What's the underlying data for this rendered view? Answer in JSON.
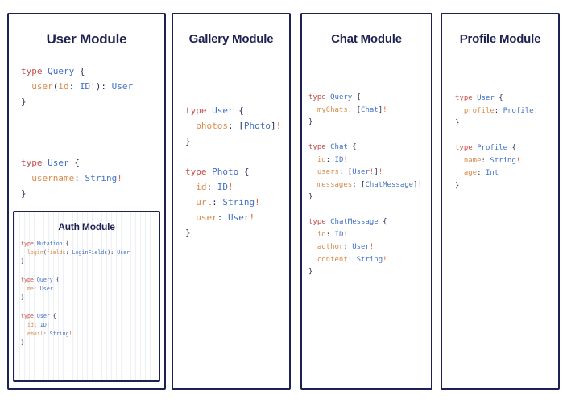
{
  "theme": {
    "border_color": "#1d2252",
    "title_color": "#1d2252",
    "background": "#ffffff",
    "syntax": {
      "keyword": "#c0504d",
      "type_name": "#3f6fc4",
      "field_name": "#d98b4a",
      "scalar_type": "#4472c4",
      "punctuation": "#2b2f55",
      "bang": "#e05c3e"
    }
  },
  "panels": [
    {
      "id": "user",
      "title": "User Module",
      "schema_text": "type Query {\n  user(id: ID!): User\n}\n\n\ntype User {\n  username: String!\n}",
      "types": [
        {
          "keyword": "type",
          "name": "Query",
          "fields": [
            {
              "name": "user",
              "args": "(id: ID!)",
              "type": "User",
              "required": false
            }
          ]
        },
        {
          "keyword": "type",
          "name": "User",
          "fields": [
            {
              "name": "username",
              "args": "",
              "type": "String",
              "required": true
            }
          ]
        }
      ],
      "nested_panel": {
        "id": "auth",
        "title": "Auth Module",
        "schema_text": "type Mutation {\n  login(fields: LoginFields): User\n}\n\ntype Query {\n  me: User\n}\n\ntype User {\n  id: ID!\n  email: String!\n}",
        "types": [
          {
            "keyword": "type",
            "name": "Mutation",
            "fields": [
              {
                "name": "login",
                "args": "(fields: LoginFields)",
                "type": "User",
                "required": false
              }
            ]
          },
          {
            "keyword": "type",
            "name": "Query",
            "fields": [
              {
                "name": "me",
                "args": "",
                "type": "User",
                "required": false
              }
            ]
          },
          {
            "keyword": "type",
            "name": "User",
            "fields": [
              {
                "name": "id",
                "args": "",
                "type": "ID",
                "required": true
              },
              {
                "name": "email",
                "args": "",
                "type": "String",
                "required": true
              }
            ]
          }
        ]
      }
    },
    {
      "id": "gallery",
      "title": "Gallery Module",
      "schema_text": "type User {\n  photos: [Photo]!\n}\n\ntype Photo {\n  id: ID!\n  url: String!\n  user: User!\n}",
      "types": [
        {
          "keyword": "type",
          "name": "User",
          "fields": [
            {
              "name": "photos",
              "args": "",
              "type": "[Photo]",
              "required": true
            }
          ]
        },
        {
          "keyword": "type",
          "name": "Photo",
          "fields": [
            {
              "name": "id",
              "args": "",
              "type": "ID",
              "required": true
            },
            {
              "name": "url",
              "args": "",
              "type": "String",
              "required": true
            },
            {
              "name": "user",
              "args": "",
              "type": "User",
              "required": true
            }
          ]
        }
      ]
    },
    {
      "id": "chat",
      "title": "Chat Module",
      "schema_text": "type Query {\n  myChats: [Chat]!\n}\n\ntype Chat {\n  id: ID!\n  users: [User!]!\n  messages: [ChatMessage]!\n}\n\ntype ChatMessage {\n  id: ID!\n  author: User!\n  content: String!\n}",
      "types": [
        {
          "keyword": "type",
          "name": "Query",
          "fields": [
            {
              "name": "myChats",
              "args": "",
              "type": "[Chat]",
              "required": true
            }
          ]
        },
        {
          "keyword": "type",
          "name": "Chat",
          "fields": [
            {
              "name": "id",
              "args": "",
              "type": "ID",
              "required": true
            },
            {
              "name": "users",
              "args": "",
              "type": "[User!]",
              "required": true
            },
            {
              "name": "messages",
              "args": "",
              "type": "[ChatMessage]",
              "required": true
            }
          ]
        },
        {
          "keyword": "type",
          "name": "ChatMessage",
          "fields": [
            {
              "name": "id",
              "args": "",
              "type": "ID",
              "required": true
            },
            {
              "name": "author",
              "args": "",
              "type": "User",
              "required": true
            },
            {
              "name": "content",
              "args": "",
              "type": "String",
              "required": true
            }
          ]
        }
      ]
    },
    {
      "id": "profile",
      "title": "Profile Module",
      "schema_text": "type User {\n  profile: Profile!\n}\n\ntype Profile {\n  name: String!\n  age: Int\n}",
      "types": [
        {
          "keyword": "type",
          "name": "User",
          "fields": [
            {
              "name": "profile",
              "args": "",
              "type": "Profile",
              "required": true
            }
          ]
        },
        {
          "keyword": "type",
          "name": "Profile",
          "fields": [
            {
              "name": "name",
              "args": "",
              "type": "String",
              "required": true
            },
            {
              "name": "age",
              "args": "",
              "type": "Int",
              "required": false
            }
          ]
        }
      ]
    }
  ]
}
